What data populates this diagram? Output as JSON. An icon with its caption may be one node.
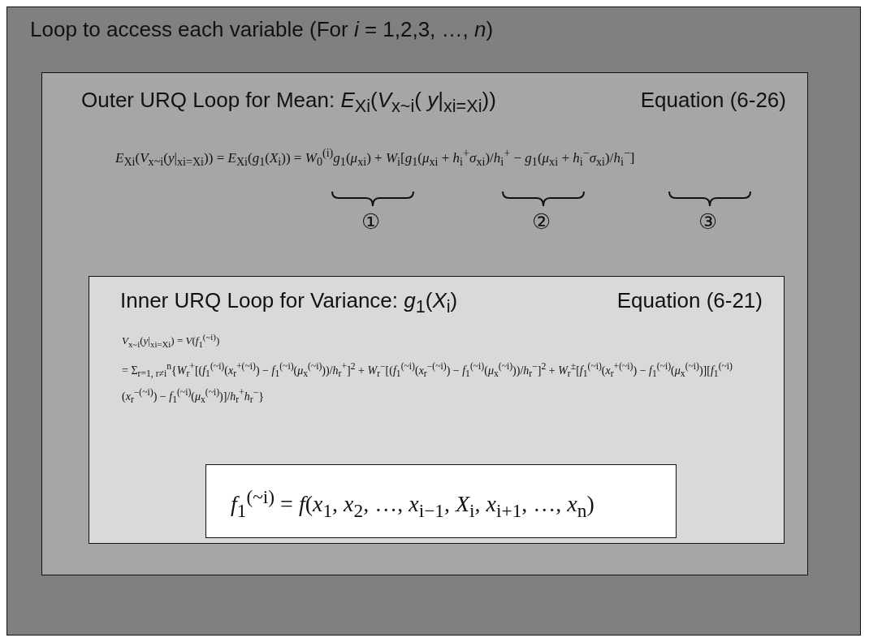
{
  "diagram": {
    "nodes": [
      {
        "text": [
          "Loop to access each variable (For *i* = 1,2,3, …, *n*)"
        ]
      },
      {
        "text": [
          "Outer URQ Loop for Mean: *E*$_{Xi}$(*V*$_{x~i}$( *y*|$_{xi=Xi}$))",
          "Equation (6-26)",
          "*E*$_{Xi}$(*V*$_{x~i}$(*y*|$_{xi=Xi}$)) = *E*$_{Xi}$(*g*$_{1}$(*X*$_{i}$)) = *W*$_{0}$$^{(i)}$*g*$_{1}$(*μ*$_{xi}$) + *W*$_{i}$[*g*$_{1}$(*μ*$_{xi}$ + *h*$_{i}$$^{+}$*σ*$_{xi}$)/*h*$_{i}$$^{+}$ − *g*$_{1}$(*μ*$_{xi}$ + *h*$_{i}$$^{−}$*σ*$_{xi}$)/*h*$_{i}$$^{−}$]"
        ],
        "in": 0
      },
      {
        "text": [
          "Inner URQ Loop for Variance: *g*$_{1}$(*X*$_{i}$)",
          "Equation (6-21)",
          "*V*$_{x~i}$(*y*|$_{xi=Xi}$) = *V*(*f*$_{1}$$^{(~i)}$)",
          "= Σ$_{r=1, r≠i}$$^{n}${*W*$_{r}$$^{+}$[(*f*$_{1}$$^{(~i)}$(*x*$_{r}$$^{+(~i)}$) − *f*$_{1}$$^{(~i)}$(*μ*$_{x}$$^{(~i)}$))/*h*$_{r}$$^{+}$]$^{2}$ + *W*$_{r}$$^{−}$[(*f*$_{1}$$^{(~i)}$(*x*$_{r}$$^{−(~i)}$) − *f*$_{1}$$^{(~i)}$(*μ*$_{x}$$^{(~i)}$))/*h*$_{r}$$^{−}$]$^{2}$ + *W*$_{r}$$^{±}$[*f*$_{1}$$^{(~i)}$(*x*$_{r}$$^{+(~i)}$) − *f*$_{1}$$^{(~i)}$(*μ*$_{x}$$^{(~i)}$)][*f*$_{1}$$^{(~i)}$(*x*$_{r}$$^{−(~i)}$) − *f*$_{1}$$^{(~i)}$(*μ*$_{x}$$^{(~i)}$)]/*h*$_{r}$$^{+}$*h*$_{r}$$^{−}$}"
        ],
        "in": 1
      },
      {
        "text": [
          "*f*$_{1}$$^{(~i)}$ = *f*(*x*$_{1}$, *x*$_{2}$, …, *x*$_{i−1}$, *X*$_{i}$, *x*$_{i+1}$, …, *x*$_{n}$)"
        ],
        "in": 2
      }
    ],
    "edges": [],
    "labels": [
      "①",
      "②",
      "③"
    ]
  }
}
